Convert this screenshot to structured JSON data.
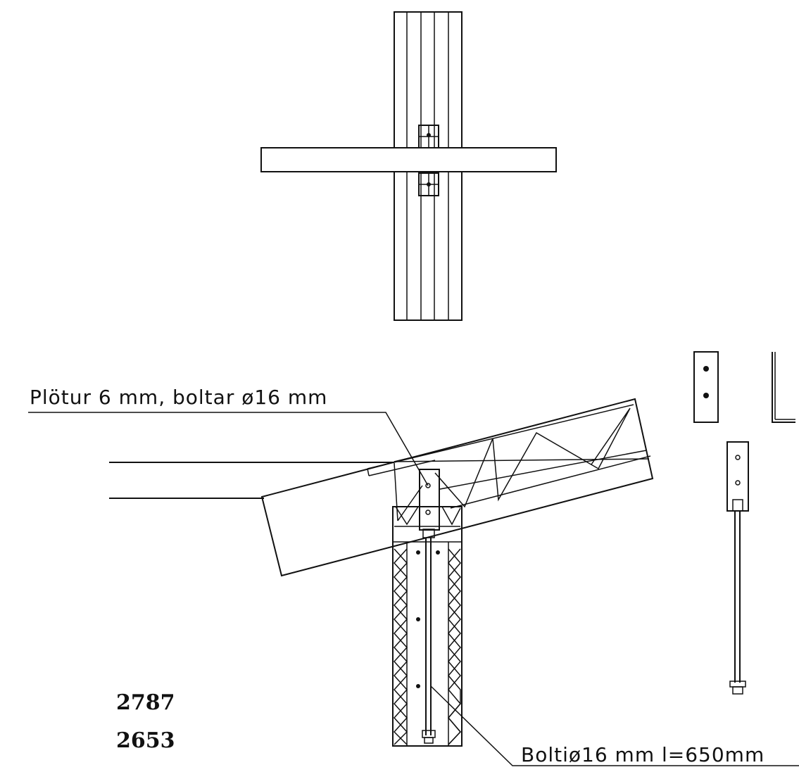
{
  "annotations": {
    "plate_label": "Plötur 6 mm, boltar ø16 mm",
    "bolt_label": "Boltiø16 mm l=650mm"
  },
  "drawing_numbers": [
    "2787",
    "2653"
  ]
}
